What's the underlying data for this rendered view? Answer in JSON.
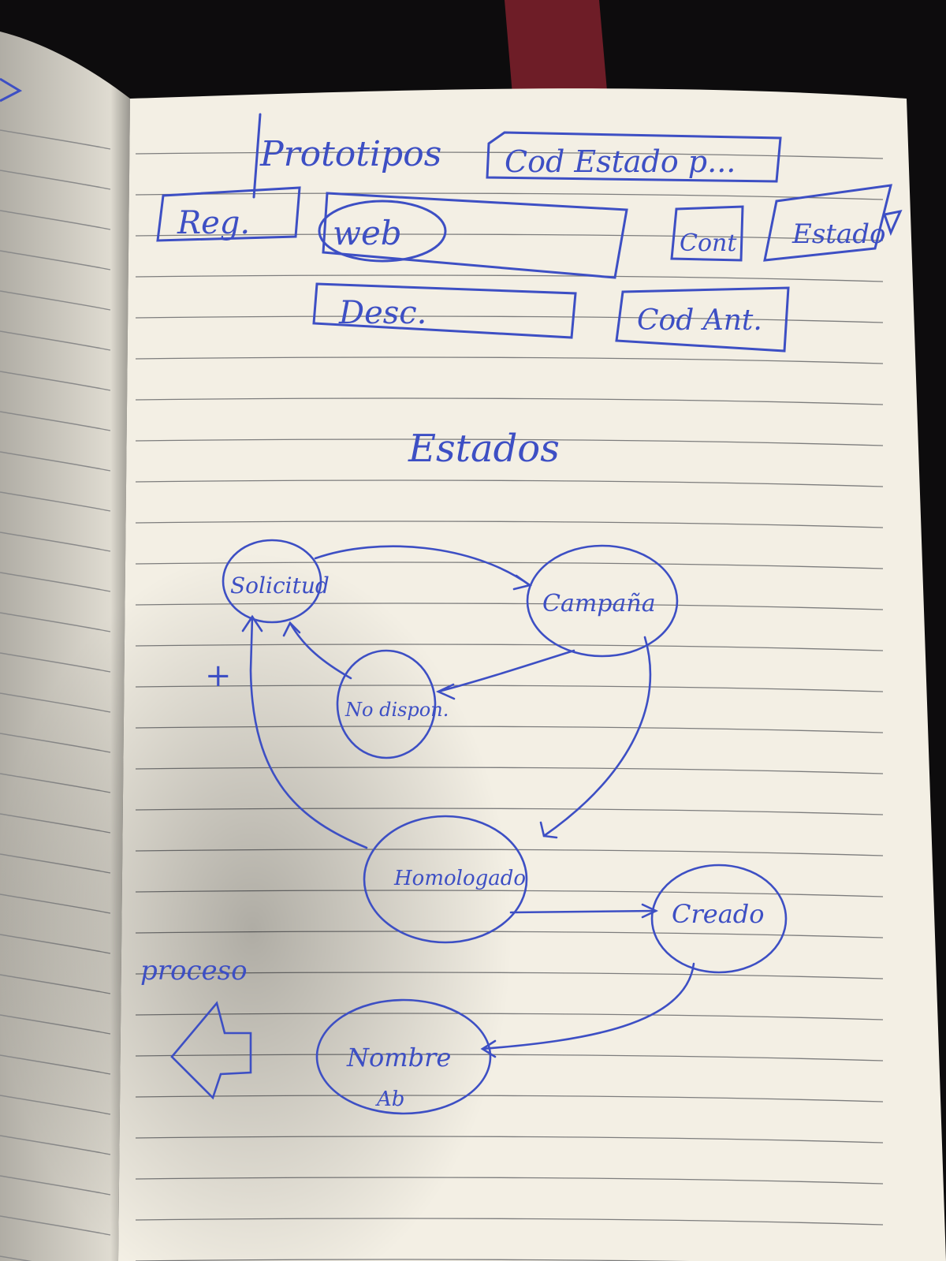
{
  "title_note": "Prototipos",
  "form_fields": {
    "top_right": "Cod Estado p...",
    "reg": "Reg.",
    "web": "web",
    "cont": "Cont",
    "estado": "Estado",
    "desc": "Desc.",
    "cod_ant": "Cod Ant."
  },
  "section_title": "Estados",
  "states": {
    "solicitud": "Solicitud",
    "campaña": "Campaña",
    "no_disponible": "No dispon.",
    "homologado": "Homologado",
    "creado": "Creado",
    "nombre": "Nombre",
    "nombre_sub": "Ab"
  },
  "plus_mark": "+",
  "side_note": "proceso",
  "colors": {
    "ink": "#3d4fc4",
    "paper": "#f3efe4",
    "page_left": "#ebe7dc",
    "ruled_line": "#7d7d7d",
    "background": "#0d0c0d",
    "strap": "#6e1d27"
  }
}
